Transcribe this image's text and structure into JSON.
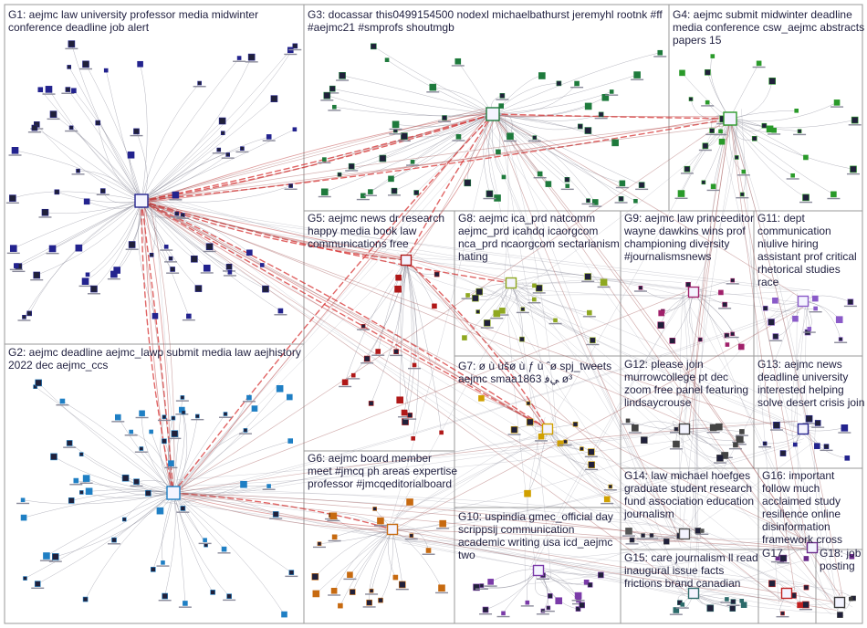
{
  "groups": [
    {
      "id": "G1",
      "lines": [
        "G1: aejmc law university professor media midwinter",
        "conference deadline job alert"
      ],
      "color": "#23238e"
    },
    {
      "id": "G2",
      "lines": [
        "G2: aejmc deadline aejmc_lawp submit media law aejhistory",
        "2022 dec aejmc_ccs"
      ],
      "color": "#1f7fc4"
    },
    {
      "id": "G3",
      "lines": [
        "G3: docassar this0499154500 nodexl michaelbathurst jeremyhl rootnk #ff",
        "#aejmc21 #smprofs shoutmgb"
      ],
      "color": "#1e7a3c"
    },
    {
      "id": "G4",
      "lines": [
        "G4: aejmc submit midwinter deadline",
        "media conference csw_aejmc abstracts",
        "papers 15"
      ],
      "color": "#2a9a2a"
    },
    {
      "id": "G5",
      "lines": [
        "G5: aejmc news dr research",
        "happy media book law",
        "communications free"
      ],
      "color": "#b01818"
    },
    {
      "id": "G6",
      "lines": [
        "G6: aejmc board member",
        "meet #jmcq ph areas expertise",
        "professor #jmcqeditorialboard"
      ],
      "color": "#c76a10"
    },
    {
      "id": "G7",
      "lines": [
        "G7: ø ù ùšø ù ƒ ù ˆø spj_tweets",
        "aejmc smaa1863 ﻲﻓ ø³"
      ],
      "color": "#d0a000"
    },
    {
      "id": "G8",
      "lines": [
        "G8: aejmc ica_prd natcomm",
        "aejmc_prd icahdq icaorgcom",
        "nca_prd ncaorgcom sectarianism",
        "hating"
      ],
      "color": "#8fa820"
    },
    {
      "id": "G9",
      "lines": [
        "G9: aejmc law princeeditor",
        "wayne dawkins wins prof",
        "championing diversity",
        "#journalismsnews"
      ],
      "color": "#a0206a"
    },
    {
      "id": "G10",
      "lines": [
        "G10: uspindia gmec_official day",
        "scrippsij communication",
        "academic writing usa icd_aejmc",
        "two"
      ],
      "color": "#7a3aa8"
    },
    {
      "id": "G11",
      "lines": [
        "G11: dept",
        "communication",
        "niulive hiring",
        "assistant prof critical",
        "rhetorical studies",
        "race"
      ],
      "color": "#8a5ac8"
    },
    {
      "id": "G12",
      "lines": [
        "G12: please join",
        "murrowcollege pt dec",
        "zoom free panel featuring",
        "lindsaycrouse"
      ],
      "color": "#444444"
    },
    {
      "id": "G13",
      "lines": [
        "G13: aejmc news",
        "deadline university",
        "interested helping",
        "solve desert crisis join"
      ],
      "color": "#23238e"
    },
    {
      "id": "G14",
      "lines": [
        "G14: law michael hoefges",
        "graduate student research",
        "fund association education",
        "journalism"
      ],
      "color": "#555555"
    },
    {
      "id": "G15",
      "lines": [
        "G15: care journalism ll read",
        "inaugural issue facts",
        "frictions brand canadian"
      ],
      "color": "#2c6a6a"
    },
    {
      "id": "G16",
      "lines": [
        "G16: important",
        "follow much",
        "acclaimed study",
        "resilience online",
        "disinformation",
        "framework cross"
      ],
      "color": "#6a2a8a"
    },
    {
      "id": "G17",
      "lines": [
        "G17"
      ],
      "color": "#c02020"
    },
    {
      "id": "G18",
      "lines": [
        "G18: job",
        "posting"
      ],
      "color": "#3a3a3a"
    }
  ]
}
